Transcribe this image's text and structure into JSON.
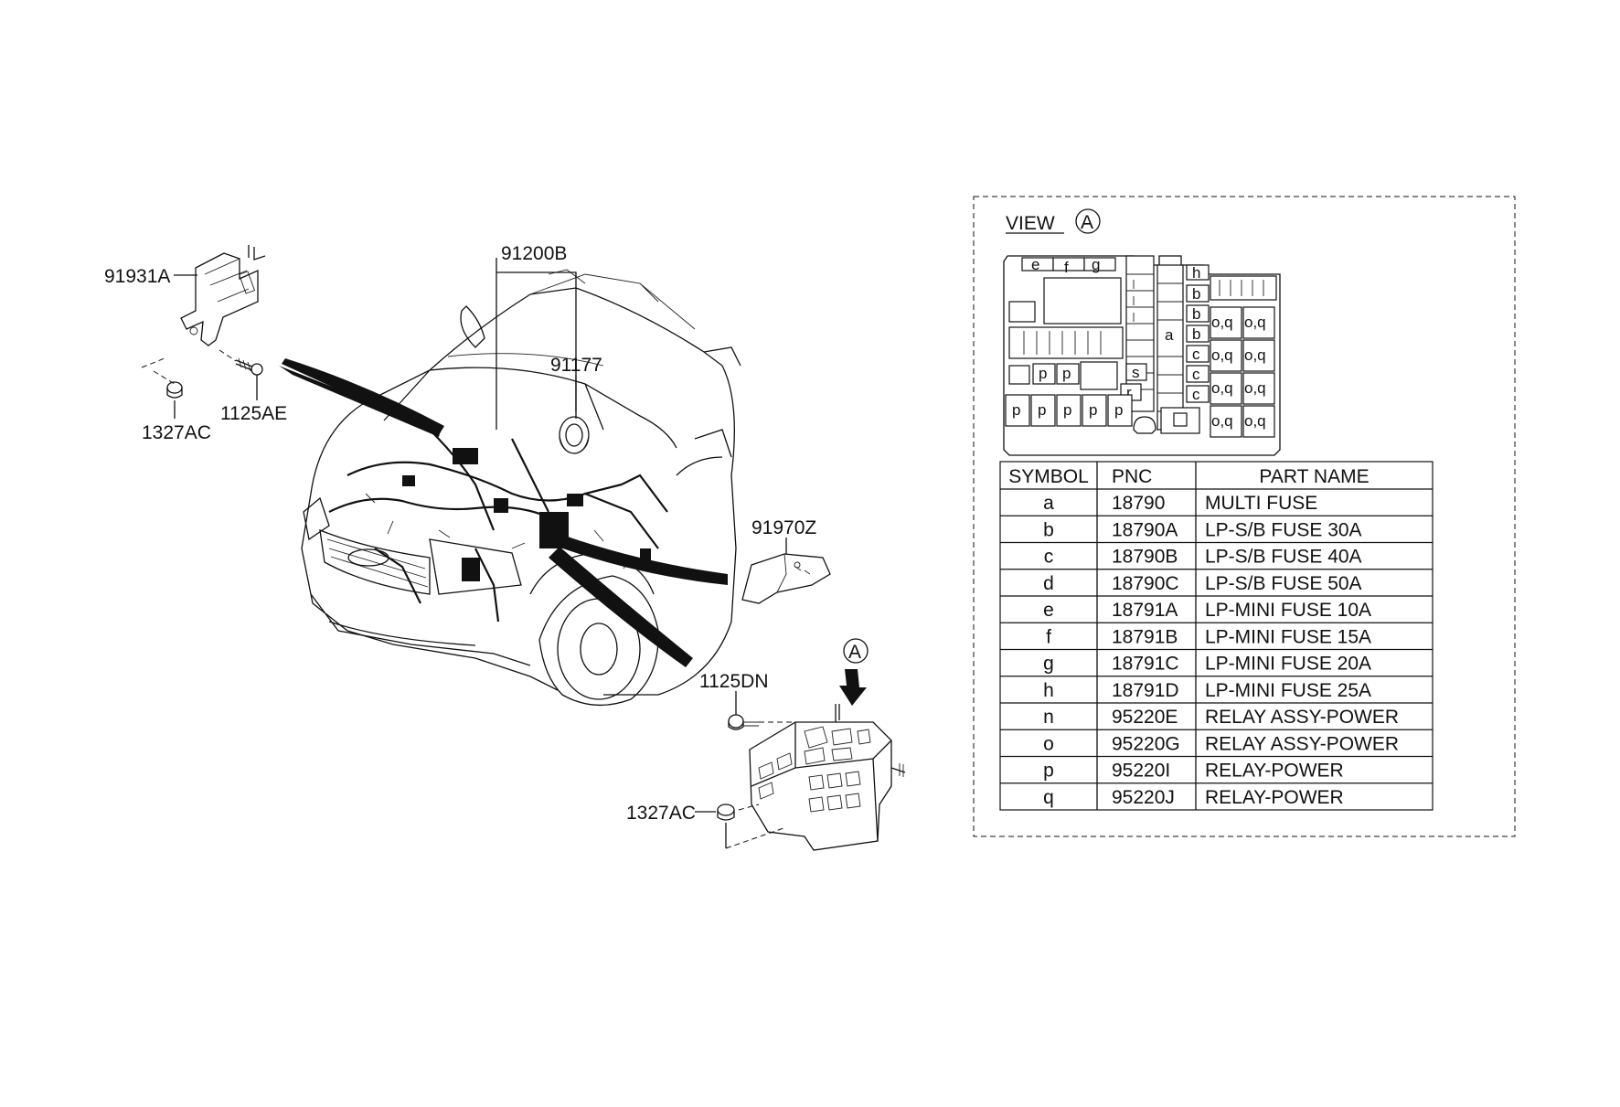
{
  "callouts": {
    "bracket": "91931A",
    "bolt_top": "1125AE",
    "nut_top": "1327AC",
    "harness": "91200B",
    "grommet": "91177",
    "cover": "91970Z",
    "bolt_box": "1125DN",
    "nut_box": "1327AC",
    "view_marker": "A"
  },
  "view": {
    "title": "VIEW",
    "marker": "A",
    "fuse_slots": {
      "top": [
        "e",
        "f",
        "g"
      ],
      "h": "h",
      "a": "a",
      "b": "b",
      "c": "c",
      "s": "s",
      "r": "r",
      "p": "p",
      "oq": "o,q"
    }
  },
  "table": {
    "headers": [
      "SYMBOL",
      "PNC",
      "PART NAME"
    ],
    "rows": [
      {
        "symbol": "a",
        "pnc": "18790",
        "name": "MULTI FUSE"
      },
      {
        "symbol": "b",
        "pnc": "18790A",
        "name": "LP-S/B FUSE 30A"
      },
      {
        "symbol": "c",
        "pnc": "18790B",
        "name": "LP-S/B FUSE 40A"
      },
      {
        "symbol": "d",
        "pnc": "18790C",
        "name": "LP-S/B FUSE 50A"
      },
      {
        "symbol": "e",
        "pnc": "18791A",
        "name": "LP-MINI FUSE 10A"
      },
      {
        "symbol": "f",
        "pnc": "18791B",
        "name": "LP-MINI FUSE 15A"
      },
      {
        "symbol": "g",
        "pnc": "18791C",
        "name": "LP-MINI FUSE 20A"
      },
      {
        "symbol": "h",
        "pnc": "18791D",
        "name": "LP-MINI FUSE 25A"
      },
      {
        "symbol": "n",
        "pnc": "95220E",
        "name": "RELAY ASSY-POWER"
      },
      {
        "symbol": "o",
        "pnc": "95220G",
        "name": "RELAY ASSY-POWER"
      },
      {
        "symbol": "p",
        "pnc": "95220I",
        "name": "RELAY-POWER"
      },
      {
        "symbol": "q",
        "pnc": "95220J",
        "name": "RELAY-POWER"
      }
    ]
  }
}
